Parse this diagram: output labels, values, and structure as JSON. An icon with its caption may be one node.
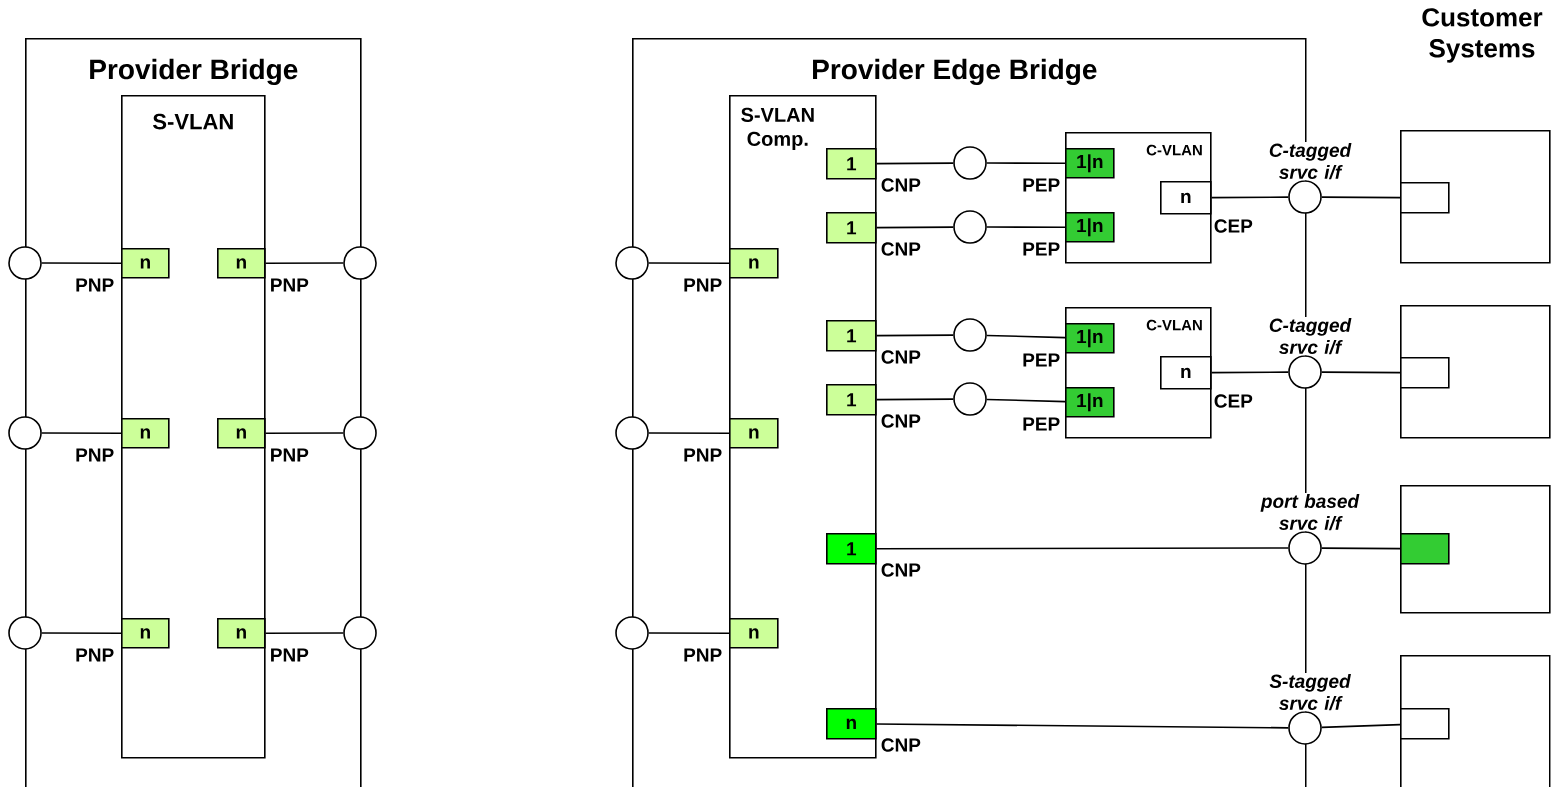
{
  "diagram": {
    "nodes": [
      {
        "text": [
          "Provider Bridge"
        ]
      },
      {
        "text": [
          "S-VLAN"
        ],
        "in": 0
      },
      {
        "text": [
          "n"
        ],
        "in": 1,
        "beside": [
          "PNP"
        ]
      },
      {
        "text": [
          "n"
        ],
        "in": 1,
        "beside": [
          "PNP"
        ]
      },
      {
        "text": [
          "n"
        ],
        "in": 1,
        "beside": [
          "PNP"
        ]
      },
      {
        "text": [
          "n"
        ],
        "in": 1,
        "beside": [
          "PNP"
        ]
      },
      {
        "text": [
          "n"
        ],
        "in": 1,
        "beside": [
          "PNP"
        ]
      },
      {
        "text": [
          "n"
        ],
        "in": 1,
        "beside": [
          "PNP"
        ]
      },
      {
        "text": [],
        "shape": "circle"
      },
      {
        "text": [],
        "shape": "circle"
      },
      {
        "text": [],
        "shape": "circle"
      },
      {
        "text": [],
        "shape": "circle"
      },
      {
        "text": [],
        "shape": "circle"
      },
      {
        "text": [],
        "shape": "circle"
      },
      {
        "text": [
          "Provider Edge Bridge"
        ]
      },
      {
        "text": [
          "S-VLAN Comp."
        ],
        "in": 14
      },
      {
        "text": [
          "n"
        ],
        "in": 15,
        "beside": [
          "PNP"
        ]
      },
      {
        "text": [
          "n"
        ],
        "in": 15,
        "beside": [
          "PNP"
        ]
      },
      {
        "text": [
          "n"
        ],
        "in": 15,
        "beside": [
          "PNP"
        ]
      },
      {
        "text": [
          "1"
        ],
        "in": 15,
        "beside": [
          "CNP"
        ]
      },
      {
        "text": [
          "1"
        ],
        "in": 15,
        "beside": [
          "CNP"
        ]
      },
      {
        "text": [
          "1"
        ],
        "in": 15,
        "beside": [
          "CNP"
        ]
      },
      {
        "text": [
          "1"
        ],
        "in": 15,
        "beside": [
          "CNP"
        ]
      },
      {
        "text": [
          "1"
        ],
        "in": 15,
        "beside": [
          "CNP"
        ]
      },
      {
        "text": [
          "n"
        ],
        "in": 15,
        "beside": [
          "CNP"
        ]
      },
      {
        "text": [],
        "shape": "circle"
      },
      {
        "text": [],
        "shape": "circle"
      },
      {
        "text": [],
        "shape": "circle"
      },
      {
        "text": [],
        "shape": "circle",
        "in": 14
      },
      {
        "text": [],
        "shape": "circle",
        "in": 14
      },
      {
        "text": [],
        "shape": "circle",
        "in": 14
      },
      {
        "text": [],
        "shape": "circle",
        "in": 14
      },
      {
        "text": [
          "C-VLAN"
        ],
        "in": 14
      },
      {
        "text": [
          "1|n"
        ],
        "in": 32,
        "beside": [
          "PEP"
        ]
      },
      {
        "text": [
          "1|n"
        ],
        "in": 32,
        "beside": [
          "PEP"
        ]
      },
      {
        "text": [
          "n"
        ],
        "in": 32,
        "beside": [
          "CEP"
        ]
      },
      {
        "text": [
          "C-VLAN"
        ],
        "in": 14
      },
      {
        "text": [
          "1|n"
        ],
        "in": 36,
        "beside": [
          "PEP"
        ]
      },
      {
        "text": [
          "1|n"
        ],
        "in": 36,
        "beside": [
          "PEP"
        ]
      },
      {
        "text": [
          "n"
        ],
        "in": 36,
        "beside": [
          "CEP"
        ]
      },
      {
        "text": [
          "C-tagged srvc i/f"
        ]
      },
      {
        "text": [
          "C-tagged srvc i/f"
        ]
      },
      {
        "text": [
          "port based srvc i/f"
        ]
      },
      {
        "text": [
          "S-tagged srvc i/f"
        ]
      },
      {
        "text": [],
        "shape": "box"
      },
      {
        "text": [],
        "shape": "box",
        "in": 44
      },
      {
        "text": [],
        "shape": "box"
      },
      {
        "text": [],
        "shape": "box",
        "in": 46
      },
      {
        "text": [],
        "shape": "box"
      },
      {
        "text": [],
        "shape": "box",
        "in": 48
      },
      {
        "text": [],
        "shape": "box"
      },
      {
        "text": [],
        "shape": "box",
        "in": 50
      }
    ],
    "edges": [
      {
        "from": 8,
        "to": 2,
        "arrow": "none"
      },
      {
        "from": 3,
        "to": 9,
        "arrow": "none"
      },
      {
        "from": 10,
        "to": 4,
        "arrow": "none"
      },
      {
        "from": 5,
        "to": 11,
        "arrow": "none"
      },
      {
        "from": 12,
        "to": 6,
        "arrow": "none"
      },
      {
        "from": 7,
        "to": 13,
        "arrow": "none"
      },
      {
        "from": 25,
        "to": 16,
        "arrow": "none"
      },
      {
        "from": 26,
        "to": 17,
        "arrow": "none"
      },
      {
        "from": 27,
        "to": 18,
        "arrow": "none"
      },
      {
        "from": 19,
        "to": 28,
        "arrow": "none"
      },
      {
        "from": 28,
        "to": 33,
        "arrow": "none"
      },
      {
        "from": 20,
        "to": 29,
        "arrow": "none"
      },
      {
        "from": 29,
        "to": 34,
        "arrow": "none"
      },
      {
        "from": 21,
        "to": 30,
        "arrow": "none"
      },
      {
        "from": 30,
        "to": 37,
        "arrow": "none"
      },
      {
        "from": 22,
        "to": 31,
        "arrow": "none"
      },
      {
        "from": 31,
        "to": 38,
        "arrow": "none"
      },
      {
        "from": 35,
        "to": 40,
        "arrow": "none"
      },
      {
        "from": 40,
        "to": 45,
        "arrow": "none"
      },
      {
        "from": 39,
        "to": 41,
        "arrow": "none"
      },
      {
        "from": 41,
        "to": 47,
        "arrow": "none"
      },
      {
        "from": 23,
        "to": 42,
        "arrow": "none"
      },
      {
        "from": 42,
        "to": 49,
        "arrow": "none"
      },
      {
        "from": 24,
        "to": 43,
        "arrow": "none"
      },
      {
        "from": 43,
        "to": 51,
        "arrow": "none"
      }
    ],
    "labels": [
      "Customer Systems"
    ]
  }
}
